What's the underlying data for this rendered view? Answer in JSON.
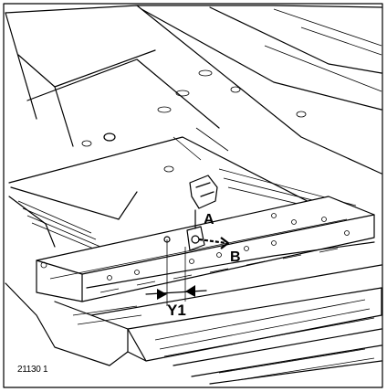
{
  "figure": {
    "labels": {
      "a": "A",
      "b": "B",
      "y1": "Y1"
    },
    "reference_number": "21130 1"
  },
  "colors": {
    "ink": "#000000",
    "paper": "#ffffff"
  }
}
